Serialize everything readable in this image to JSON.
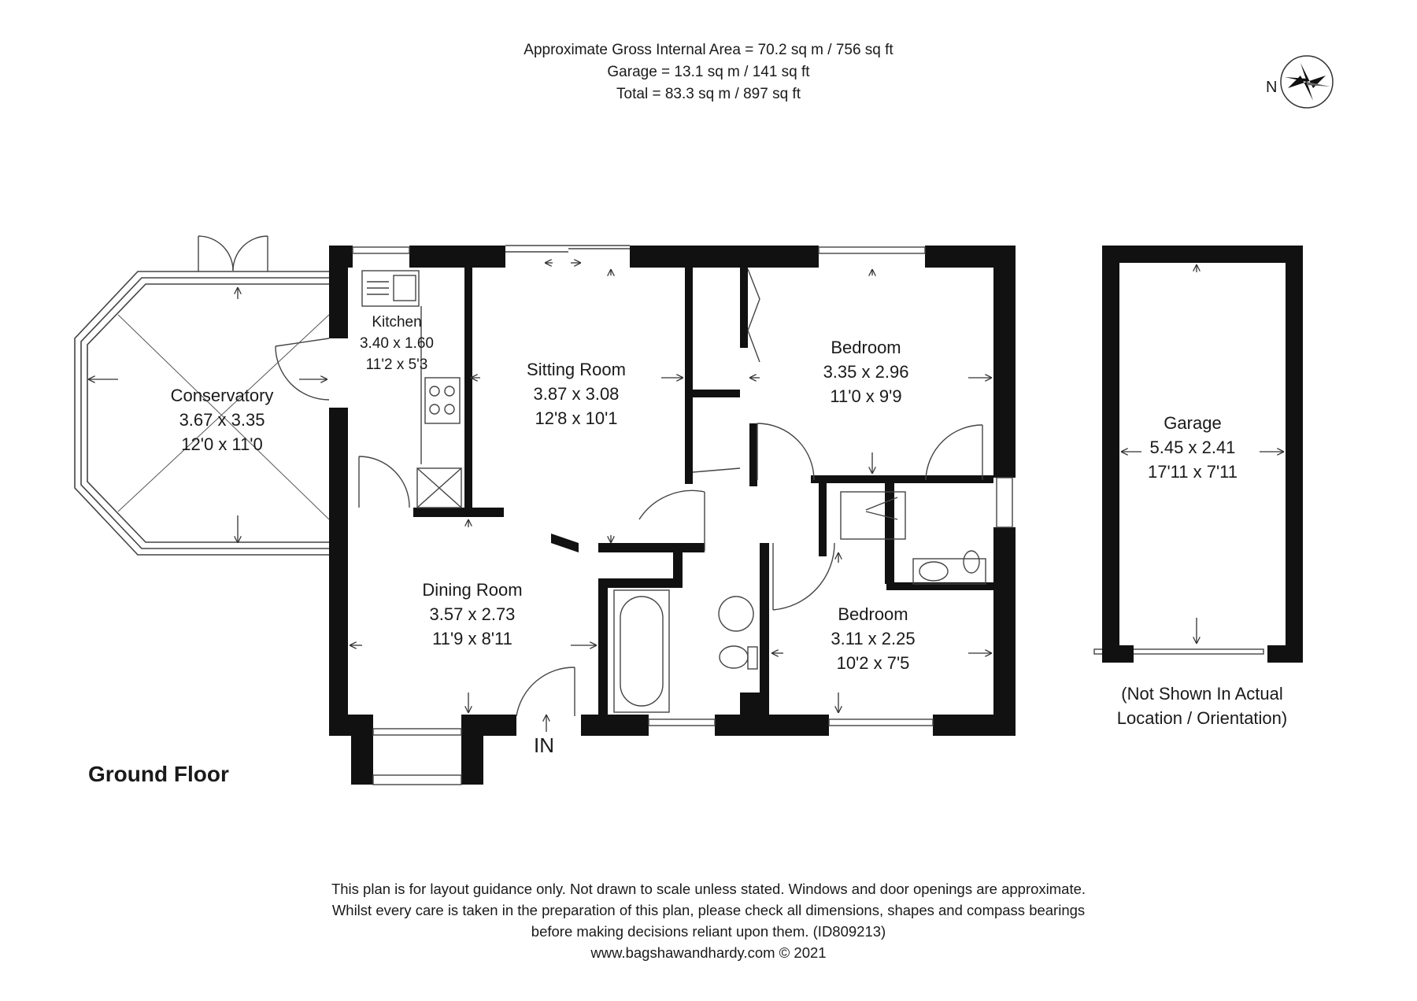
{
  "header": {
    "area_line1": "Approximate Gross Internal Area = 70.2 sq m / 756 sq ft",
    "area_line2": "Garage = 13.1 sq m / 141 sq ft",
    "area_line3": "Total = 83.3 sq m / 897 sq ft"
  },
  "compass": {
    "label": "N"
  },
  "floor": {
    "title": "Ground Floor"
  },
  "entrance": {
    "label": "IN"
  },
  "rooms": {
    "kitchen": {
      "name": "Kitchen",
      "metric": "3.40 x 1.60",
      "imperial": "11'2 x 5'3"
    },
    "conservatory": {
      "name": "Conservatory",
      "metric": "3.67 x 3.35",
      "imperial": "12'0 x 11'0"
    },
    "sitting": {
      "name": "Sitting Room",
      "metric": "3.87 x 3.08",
      "imperial": "12'8 x 10'1"
    },
    "bedroom1": {
      "name": "Bedroom",
      "metric": "3.35 x 2.96",
      "imperial": "11'0 x 9'9"
    },
    "dining": {
      "name": "Dining Room",
      "metric": "3.57 x 2.73",
      "imperial": "11'9 x 8'11"
    },
    "bedroom2": {
      "name": "Bedroom",
      "metric": "3.11 x 2.25",
      "imperial": "10'2 x 7'5"
    },
    "garage": {
      "name": "Garage",
      "metric": "5.45 x 2.41",
      "imperial": "17'11 x 7'11"
    }
  },
  "garage_note": {
    "line1": "(Not Shown In Actual",
    "line2": "Location / Orientation)"
  },
  "footer": {
    "line1": "This plan is for layout guidance only. Not drawn to scale unless stated. Windows and door openings are approximate.",
    "line2": "Whilst every care is taken in the preparation of this plan, please check all dimensions, shapes and compass bearings",
    "line3": "before making decisions reliant upon them. (ID809213)",
    "line4": "www.bagshawandhardy.com © 2021"
  },
  "colors": {
    "wall": "#111111",
    "line": "#333333",
    "window": "#555555"
  }
}
